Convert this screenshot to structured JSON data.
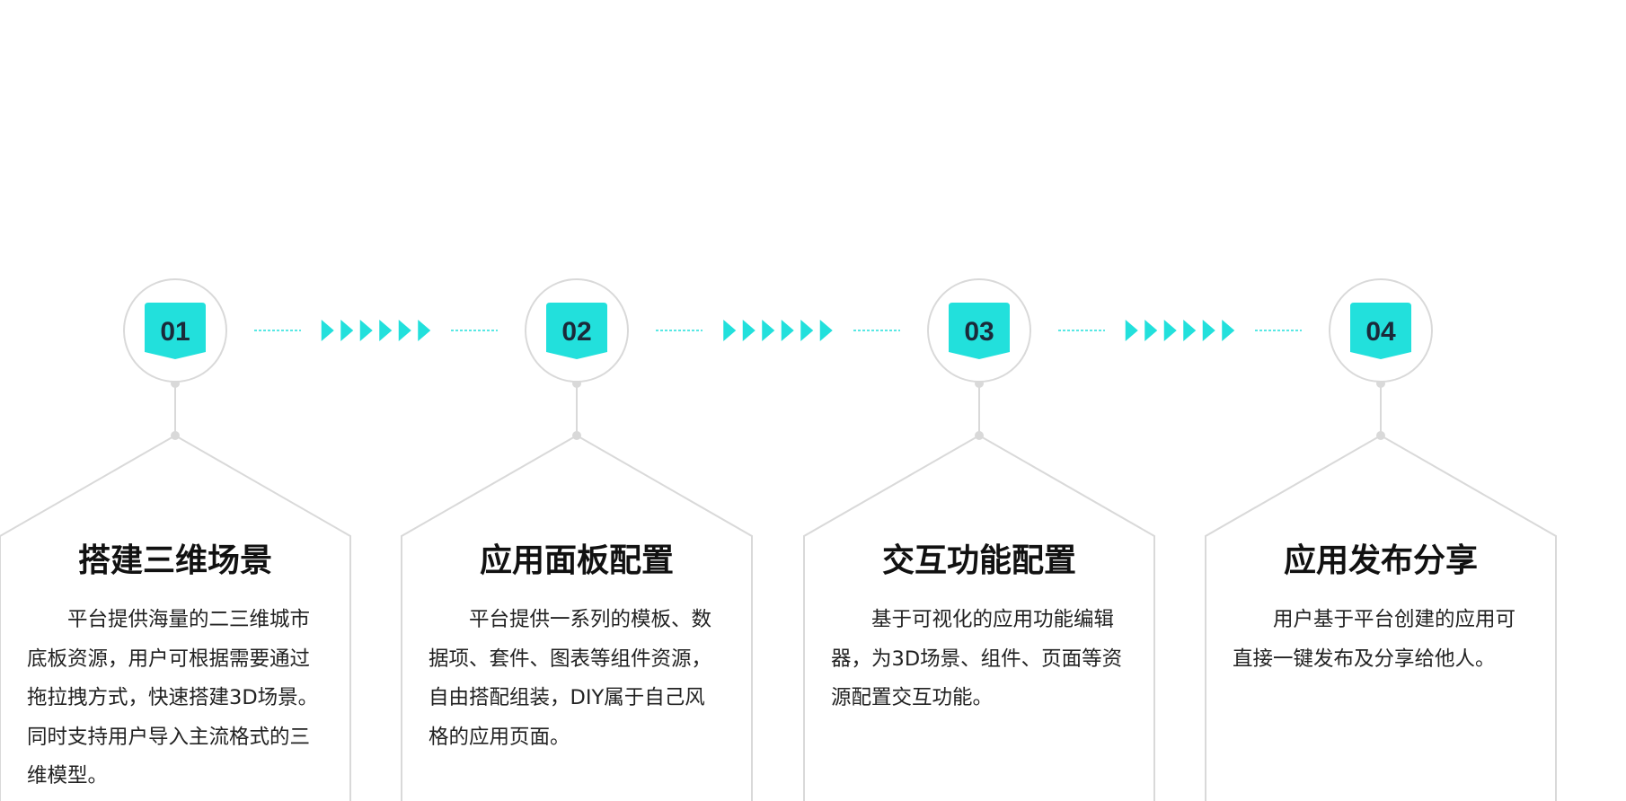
{
  "colors": {
    "accent": "#22e0dc",
    "outline": "#d9d9d9",
    "title": "#111111",
    "body": "#222222"
  },
  "steps": [
    {
      "number": "01",
      "title": "搭建三维场景",
      "description": "平台提供海量的二三维城市底板资源，用户可根据需要通过拖拉拽方式，快速搭建3D场景。同时支持用户导入主流格式的三维模型。"
    },
    {
      "number": "02",
      "title": "应用面板配置",
      "description": "平台提供一系列的模板、数据项、套件、图表等组件资源，自由搭配组装，DIY属于自己风格的应用页面。"
    },
    {
      "number": "03",
      "title": "交互功能配置",
      "description": "基于可视化的应用功能编辑器，为3D场景、组件、页面等资源配置交互功能。"
    },
    {
      "number": "04",
      "title": "应用发布分享",
      "description": "用户基于平台创建的应用可直接一键发布及分享给他人。"
    }
  ]
}
